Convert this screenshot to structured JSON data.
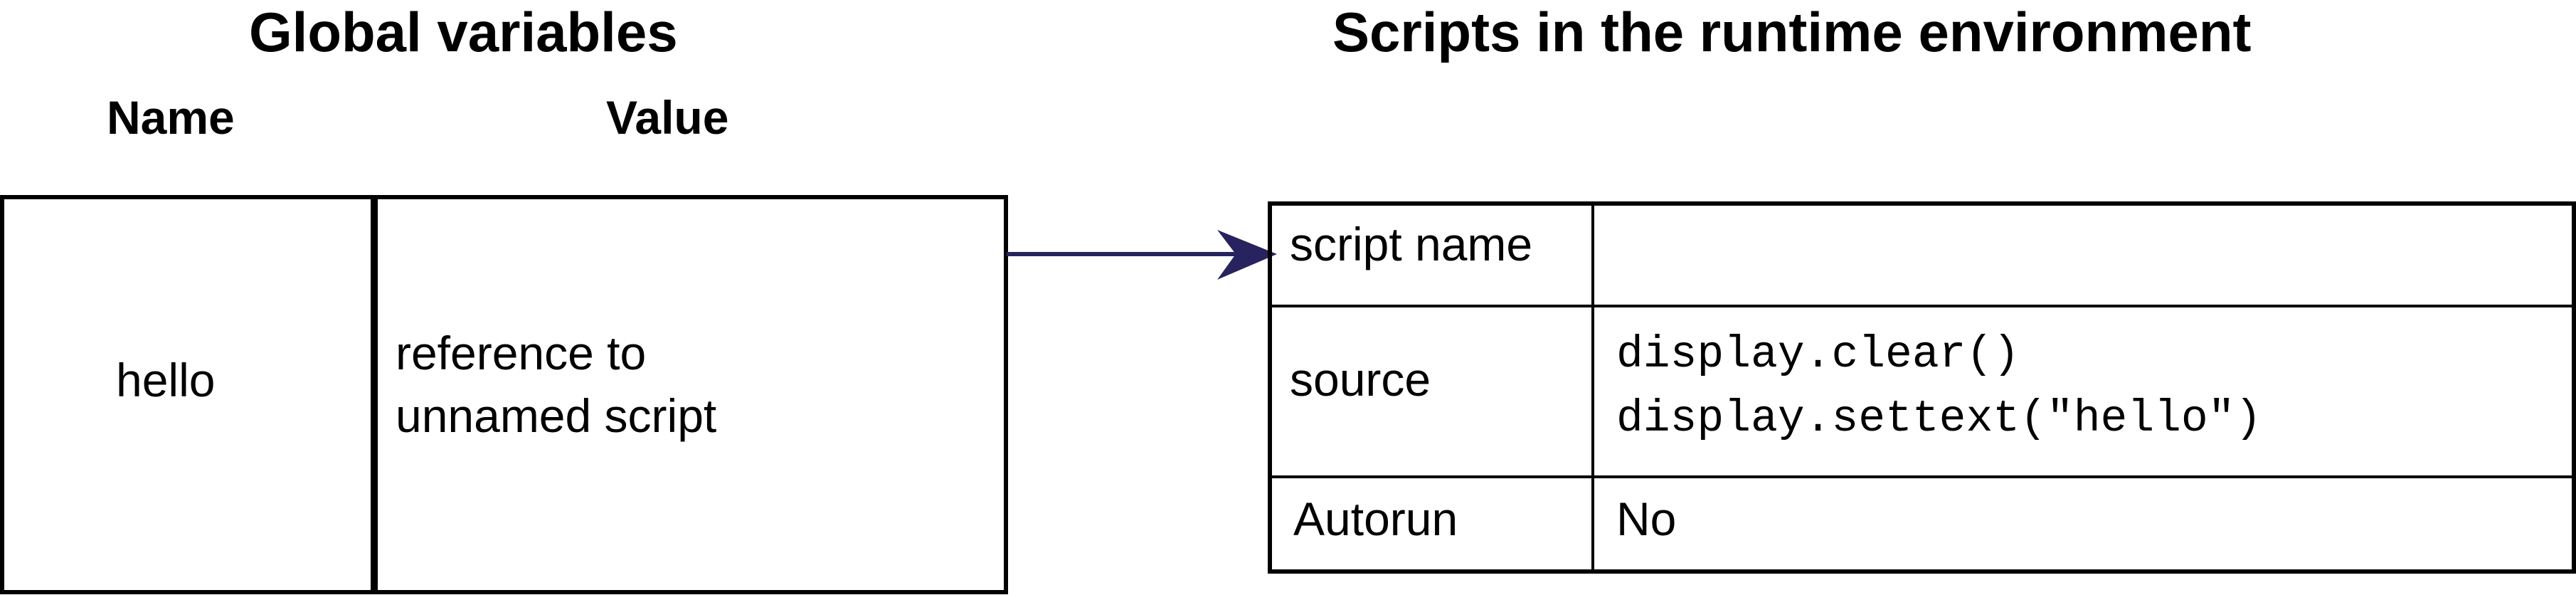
{
  "global_variables": {
    "title": "Global variables",
    "column_name_label": "Name",
    "column_value_label": "Value",
    "rows": [
      {
        "name": "hello",
        "value_line1": "reference to",
        "value_line2": "unnamed script"
      }
    ]
  },
  "runtime_scripts": {
    "title": "Scripts in the runtime environment",
    "rows": [
      {
        "label": "script name",
        "value": ""
      },
      {
        "label": "source",
        "code": [
          "display.clear()",
          "display.settext(\"hello\")"
        ]
      },
      {
        "label": "Autorun",
        "value": "No"
      }
    ]
  },
  "colors": {
    "arrow": "#27235e",
    "lines": "#000000",
    "background": "#ffffff"
  }
}
